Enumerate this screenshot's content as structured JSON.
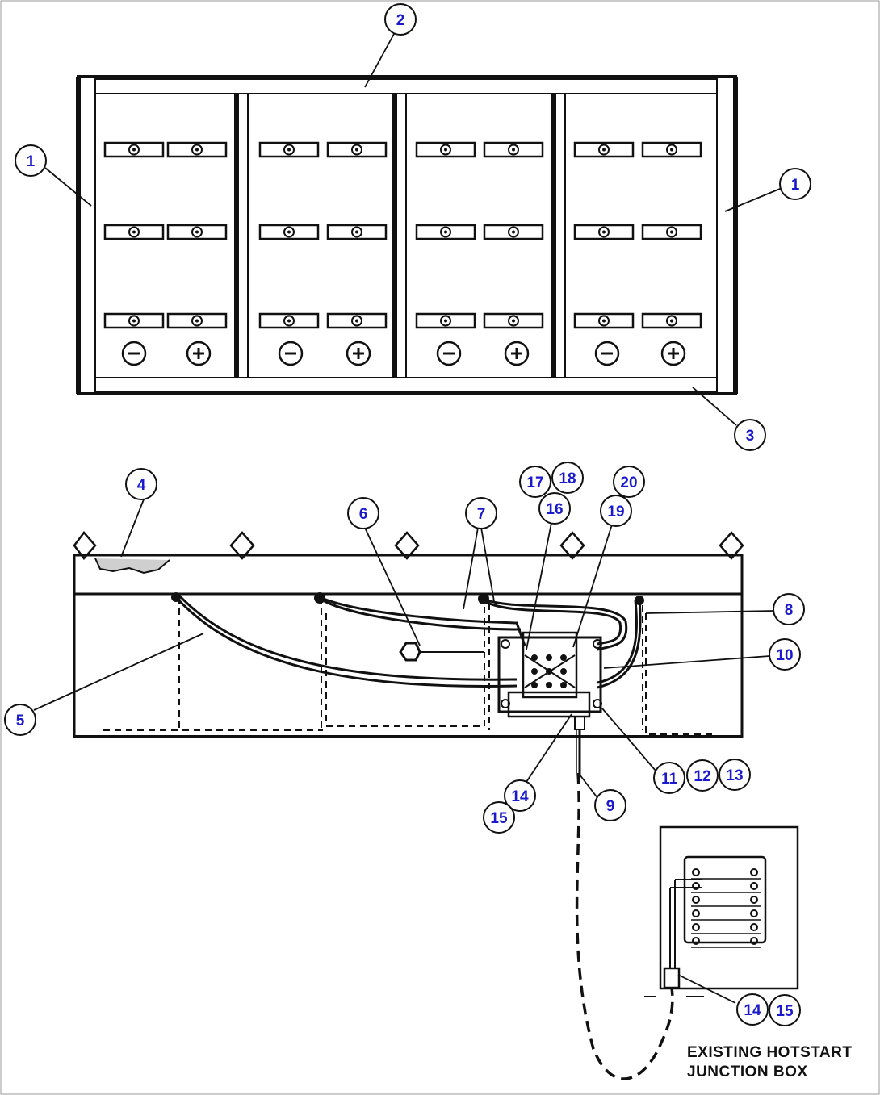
{
  "callouts": {
    "c1a": "1",
    "c1b": "1",
    "c2": "2",
    "c3": "3",
    "c4": "4",
    "c5": "5",
    "c6": "6",
    "c7": "7",
    "c8": "8",
    "c9": "9",
    "c10": "10",
    "c11": "11",
    "c12": "12",
    "c13": "13",
    "c14a": "14",
    "c15a": "15",
    "c14b": "14",
    "c15b": "15",
    "c16": "16",
    "c17": "17",
    "c18": "18",
    "c19": "19",
    "c20": "20"
  },
  "caption": {
    "line1": "EXISTING HOTSTART",
    "line2": "JUNCTION BOX"
  },
  "colors": {
    "callout_text": "#1a1acc",
    "line": "#111111",
    "background": "#ffffff"
  }
}
